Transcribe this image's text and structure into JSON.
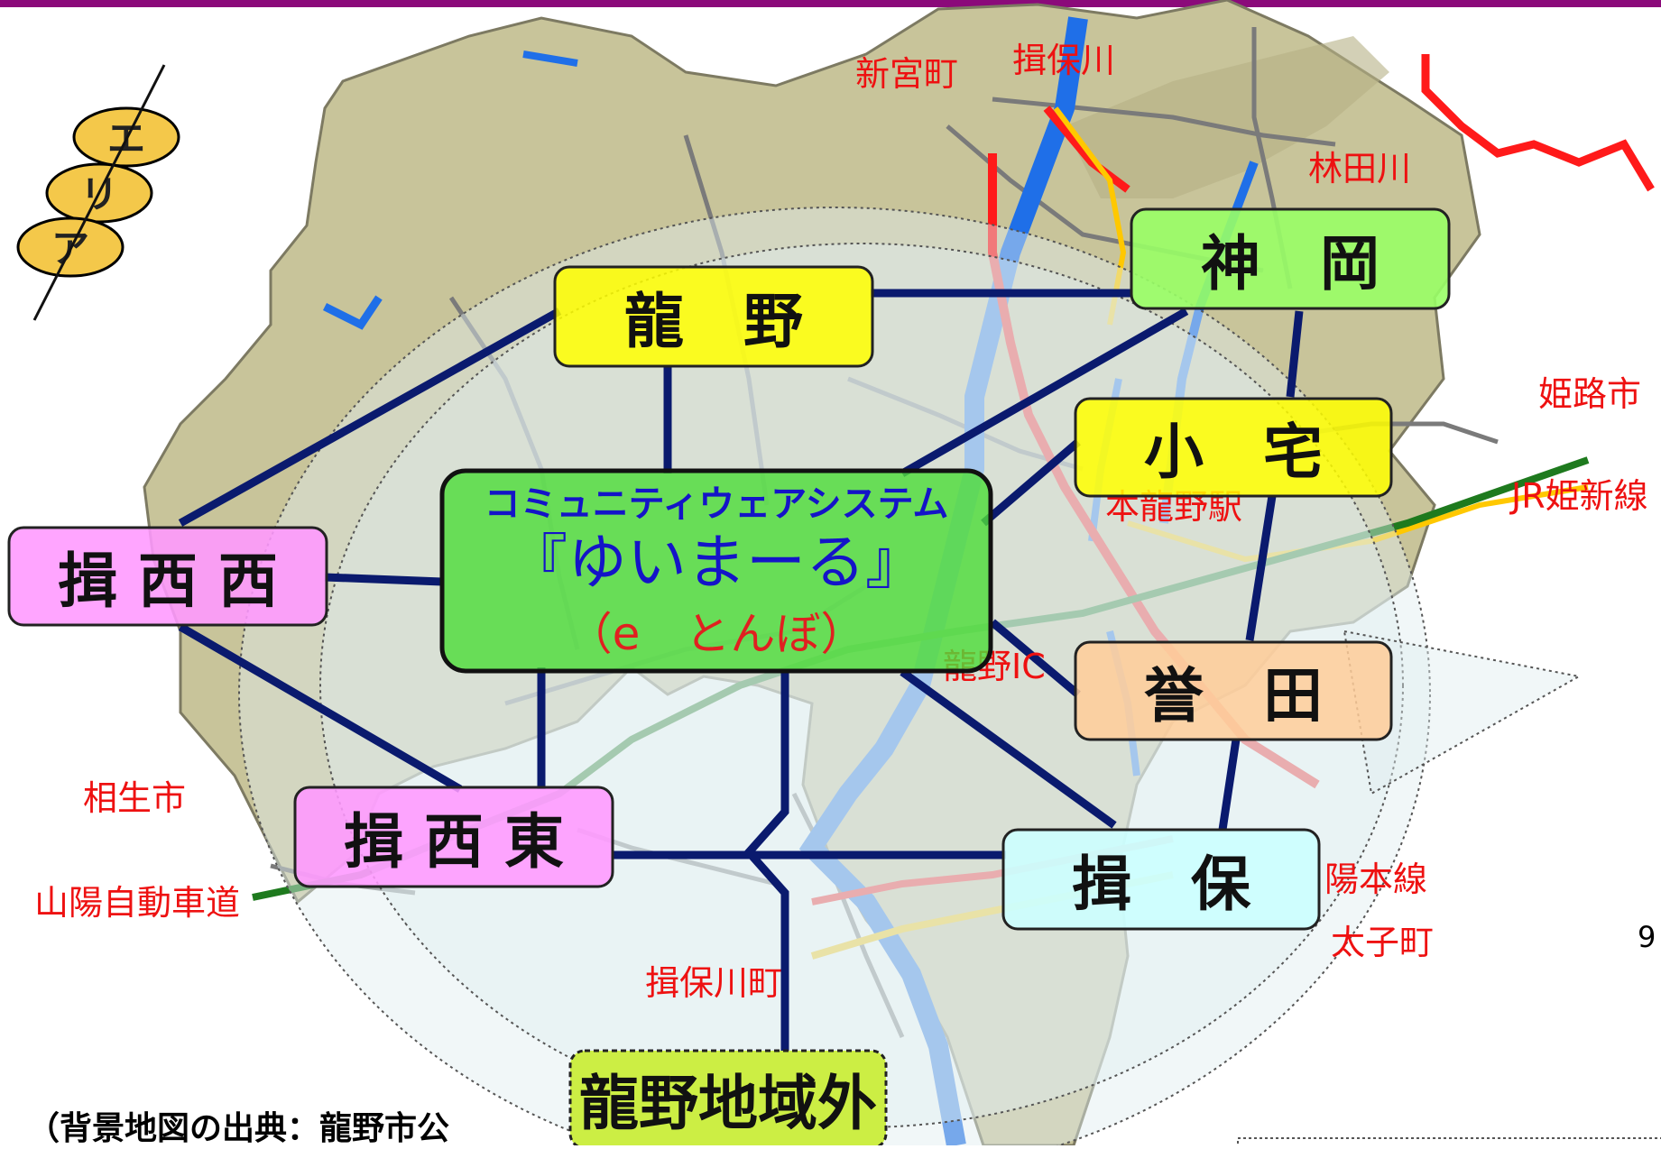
{
  "area_badge": {
    "chars": [
      "エ",
      "リ",
      "ア"
    ]
  },
  "central": {
    "line1": "コミュニティウェアシステム",
    "line2": "『ゆいまーる』",
    "line3": "（e　とんぼ）"
  },
  "nodes": {
    "tatsuno": "龍　野",
    "ibo_kamioka": "神　岡",
    "oyake": "小　宅",
    "homareda": "誉　田",
    "ibo": "揖　保",
    "ibosai_nishi": "揖 西 西",
    "ibosai_higashi": "揖 西 東",
    "outside": "龍野地域外"
  },
  "places": {
    "shingu": "新宮町",
    "ibogawa_river": "揖保川",
    "hayashida": "林田川",
    "himeji": "姫路市",
    "jr_kishin": "JR姫新線",
    "hon_tatsuno": "本龍野駅",
    "tatsuno_ic": "龍野IC",
    "aioi": "相生市",
    "sanyo_expressway": "山陽自動車道",
    "sanyo_line": "陽本線",
    "taishi": "太子町",
    "ibogawa_town": "揖保川町"
  },
  "page_number": "9",
  "source_note": "（背景地図の出典：龍野市公",
  "colors": {
    "header_bar": "#8b0a7a",
    "land": "#c8c49a",
    "river": "#1f6fe8",
    "rail_red": "#ff1a1a",
    "rail_yellow": "#ffc800",
    "expressway": "#1e7a1e",
    "link_line": "#0a1a6e",
    "central_box": "#4fdc3a",
    "yellow_box": "#ffff00",
    "green_box": "#99ff66",
    "pink_box": "#ff99ff",
    "peach_box": "#ffcc99",
    "cyan_box": "#ccffff",
    "outside_box": "#ccee44",
    "place_text": "#ee1111"
  }
}
